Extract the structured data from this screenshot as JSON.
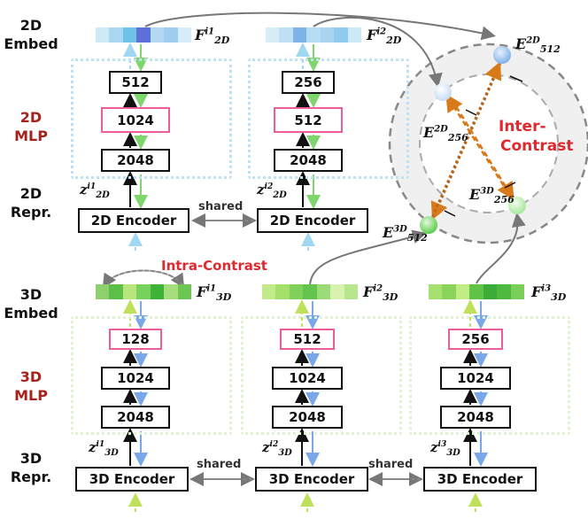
{
  "row_labels": {
    "embed_2d": [
      "2D",
      "Embed"
    ],
    "mlp_2d": [
      "2D",
      "MLP"
    ],
    "repr_2d": [
      "2D",
      "Repr."
    ],
    "embed_3d": [
      "3D",
      "Embed"
    ],
    "mlp_3d": [
      "3D",
      "MLP"
    ],
    "repr_3d": [
      "3D",
      "Repr."
    ]
  },
  "branches_2d": [
    {
      "feature_label": "F",
      "feature_sup": "i1",
      "feature_sub": "2D",
      "z_sup": "i1",
      "z_sub": "2D",
      "mlp": [
        "512",
        "1024",
        "2048"
      ],
      "encoder": "2D Encoder",
      "strip_colors": [
        "#cfe9f6",
        "#a9d8f0",
        "#6ec2ea",
        "#5d71d8",
        "#b4d7f2",
        "#9fcdef",
        "#d6ecf8"
      ]
    },
    {
      "feature_label": "F",
      "feature_sup": "i2",
      "feature_sub": "2D",
      "z_sup": "i2",
      "z_sub": "2D",
      "mlp": [
        "256",
        "512",
        "2048"
      ],
      "encoder": "2D Encoder",
      "strip_colors": [
        "#d6edf8",
        "#bfe0f4",
        "#7eb3ea",
        "#b8dcf3",
        "#a8d4f0",
        "#8ecbee",
        "#cde8f7"
      ]
    }
  ],
  "branches_3d": [
    {
      "feature_label": "F",
      "feature_sup": "i1",
      "feature_sub": "3D",
      "z_sup": "i1",
      "z_sub": "3D",
      "mlp": [
        "128",
        "1024",
        "2048"
      ],
      "encoder": "3D Encoder",
      "strip_colors": [
        "#8ecf6e",
        "#5cbf47",
        "#b9e57d",
        "#76d25c",
        "#3fb23a",
        "#a8dd7e",
        "#6cc653"
      ]
    },
    {
      "feature_label": "F",
      "feature_sup": "i2",
      "feature_sub": "3D",
      "z_sup": "i2",
      "z_sub": "3D",
      "mlp": [
        "512",
        "1024",
        "2048"
      ],
      "encoder": "3D Encoder",
      "strip_colors": [
        "#c3ea88",
        "#a4df6b",
        "#7ed259",
        "#63c54f",
        "#9bdc78",
        "#d8f2b0",
        "#b7e68f"
      ]
    },
    {
      "feature_label": "F",
      "feature_sup": "i3",
      "feature_sub": "3D",
      "z_sup": "i3",
      "z_sub": "3D",
      "mlp": [
        "256",
        "1024",
        "2048"
      ],
      "encoder": "3D Encoder",
      "strip_colors": [
        "#a6e06f",
        "#8ad45c",
        "#c2ec86",
        "#5fc347",
        "#3cab37",
        "#4eb83f",
        "#7acf5b"
      ]
    }
  ],
  "shared_label": "shared",
  "intra_contrast": "Intra-Contrast",
  "inter_contrast": [
    "Inter-",
    "Contrast"
  ],
  "circle_nodes": {
    "e512_2d": {
      "base": "E",
      "sup": "2D",
      "sub": "512"
    },
    "e256_2d": {
      "base": "E",
      "sup": "2D",
      "sub": "256"
    },
    "e256_3d": {
      "base": "E",
      "sup": "3D",
      "sub": "256"
    },
    "e512_3d": {
      "base": "E",
      "sup": "3D",
      "sub": "512"
    }
  },
  "colors": {
    "blue_arrow": "#9fd8f0",
    "blue_down": "#7aa7e8",
    "green_arrow": "#7fd66c",
    "green_up": "#bfe05a",
    "pink_border": "#ee5c9a",
    "contrast_red": "#e0292e",
    "mlp_red": "#a8221c",
    "orange": "#d87a1a",
    "node_blue": "#7fb2ea",
    "node_green": "#78d86a"
  }
}
